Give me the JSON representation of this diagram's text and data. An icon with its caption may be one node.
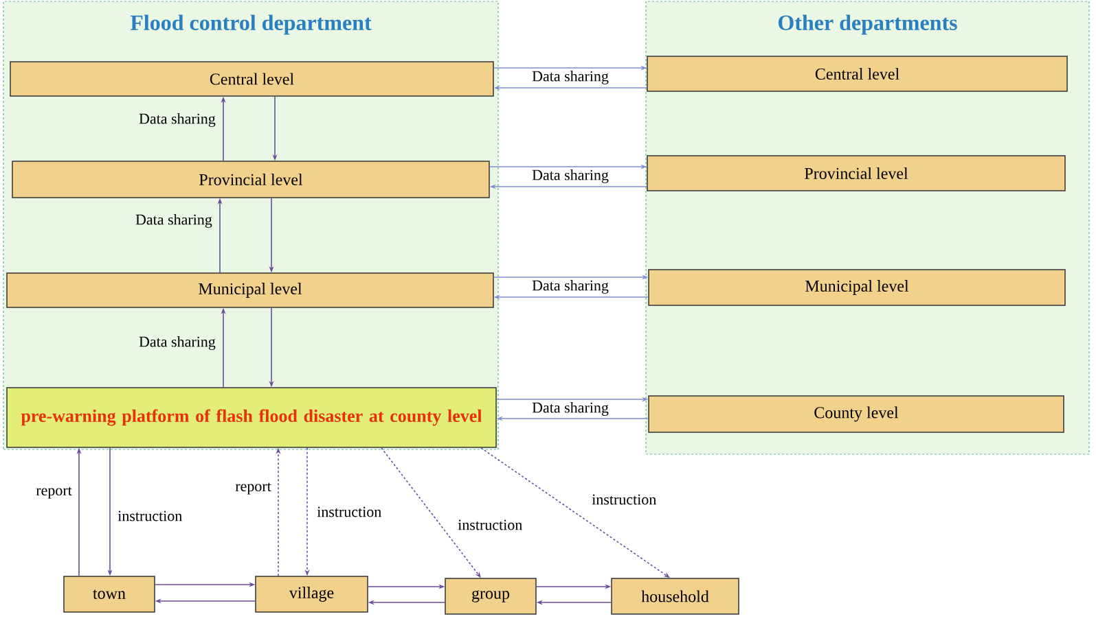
{
  "diagram": {
    "nodes": [
      {
        "text": [
          "Flood control department"
        ]
      },
      {
        "text": [
          "Central level"
        ],
        "in": 0
      },
      {
        "text": [
          "Provincial level"
        ],
        "in": 0
      },
      {
        "text": [
          "Municipal level"
        ],
        "in": 0
      },
      {
        "text": [
          "pre-warning platform of flash flood disaster at county level"
        ],
        "in": 0
      },
      {
        "text": [
          "Other departments"
        ]
      },
      {
        "text": [
          "Central level"
        ],
        "in": 5
      },
      {
        "text": [
          "Provincial level"
        ],
        "in": 5
      },
      {
        "text": [
          "Municipal level"
        ],
        "in": 5
      },
      {
        "text": [
          "County level"
        ],
        "in": 5
      },
      {
        "text": [
          "town"
        ]
      },
      {
        "text": [
          "village"
        ]
      },
      {
        "text": [
          "group"
        ]
      },
      {
        "text": [
          "household"
        ]
      }
    ],
    "edges": [
      {
        "from": 2,
        "to": 1,
        "arrow": "to",
        "label": "Data sharing"
      },
      {
        "from": 1,
        "to": 2,
        "arrow": "to"
      },
      {
        "from": 3,
        "to": 2,
        "arrow": "to",
        "label": "Data sharing"
      },
      {
        "from": 2,
        "to": 3,
        "arrow": "to"
      },
      {
        "from": 4,
        "to": 3,
        "arrow": "to",
        "label": "Data sharing"
      },
      {
        "from": 3,
        "to": 4,
        "arrow": "to"
      },
      {
        "from": 1,
        "to": 6,
        "arrow": "to",
        "label": "Data sharing",
        "color": "#7f8fd0"
      },
      {
        "from": 6,
        "to": 1,
        "arrow": "to",
        "color": "#7f8fd0"
      },
      {
        "from": 2,
        "to": 7,
        "arrow": "to",
        "label": "Data sharing",
        "color": "#7f8fd0"
      },
      {
        "from": 7,
        "to": 2,
        "arrow": "to",
        "color": "#7f8fd0"
      },
      {
        "from": 3,
        "to": 8,
        "arrow": "to",
        "label": "Data sharing",
        "color": "#7f8fd0"
      },
      {
        "from": 8,
        "to": 3,
        "arrow": "to",
        "color": "#7f8fd0"
      },
      {
        "from": 4,
        "to": 9,
        "arrow": "to",
        "label": "Data sharing",
        "color": "#7f8fd0"
      },
      {
        "from": 9,
        "to": 4,
        "arrow": "to",
        "color": "#7f8fd0"
      },
      {
        "from": 10,
        "to": 4,
        "arrow": "to",
        "label": "report"
      },
      {
        "from": 4,
        "to": 10,
        "arrow": "to",
        "label": "instruction"
      },
      {
        "from": 11,
        "to": 4,
        "arrow": "to",
        "label": "report",
        "style": "dashed"
      },
      {
        "from": 4,
        "to": 11,
        "arrow": "to",
        "label": "instruction",
        "style": "dashed"
      },
      {
        "from": 4,
        "to": 12,
        "arrow": "to",
        "label": "instruction",
        "style": "dashed"
      },
      {
        "from": 4,
        "to": 13,
        "arrow": "to",
        "label": "instruction",
        "style": "dashed"
      },
      {
        "from": 10,
        "to": 11,
        "arrow": "to"
      },
      {
        "from": 11,
        "to": 10,
        "arrow": "to"
      },
      {
        "from": 11,
        "to": 12,
        "arrow": "to"
      },
      {
        "from": 12,
        "to": 11,
        "arrow": "to"
      },
      {
        "from": 12,
        "to": 13,
        "arrow": "to"
      },
      {
        "from": 13,
        "to": 12,
        "arrow": "to"
      }
    ]
  }
}
